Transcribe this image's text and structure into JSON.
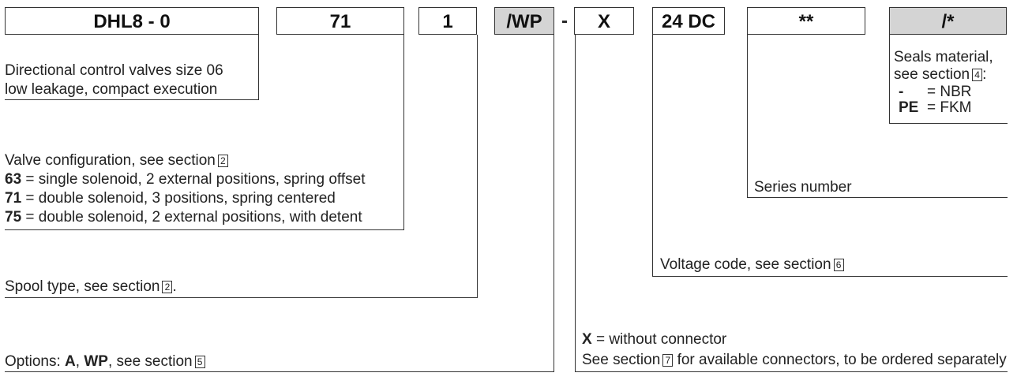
{
  "codes": {
    "model": "DHL8 - 0",
    "config": "71",
    "spool": "1",
    "options": "/WP",
    "dash": "-",
    "connector": "X",
    "voltage": "24 DC",
    "series": "**",
    "seals": "/*"
  },
  "desc": {
    "model_line1": "Directional control valves size 06",
    "model_line2": "low leakage, compact execution",
    "config_title": "Valve configuration, see section",
    "config_ref": "2",
    "config_items": [
      {
        "code": "63",
        "text": " = single solenoid, 2 external positions, spring offset"
      },
      {
        "code": "71",
        "text": " = double solenoid, 3 positions, spring centered"
      },
      {
        "code": "75",
        "text": " = double solenoid, 2 external positions, with detent"
      }
    ],
    "spool_text": "Spool type, see section",
    "spool_ref": "2",
    "spool_end": ".",
    "options_prefix": "Options: ",
    "options_a": "A",
    "options_comma": ", ",
    "options_wp": "WP",
    "options_suffix": ", see section",
    "options_ref": "5",
    "connector_x": "X",
    "connector_x_text": " = without connector",
    "connector_see": "See section",
    "connector_ref": "7",
    "connector_tail": " for available connectors, to be ordered separately",
    "voltage_text": "Voltage code, see section",
    "voltage_ref": "6",
    "series_text": "Series number",
    "seals_line1": "Seals material,",
    "seals_line2": "see section",
    "seals_ref": "4",
    "seals_colon": ":",
    "seals_items": [
      {
        "code": "-",
        "text": "= NBR"
      },
      {
        "code": "PE",
        "text": "= FKM"
      }
    ]
  }
}
